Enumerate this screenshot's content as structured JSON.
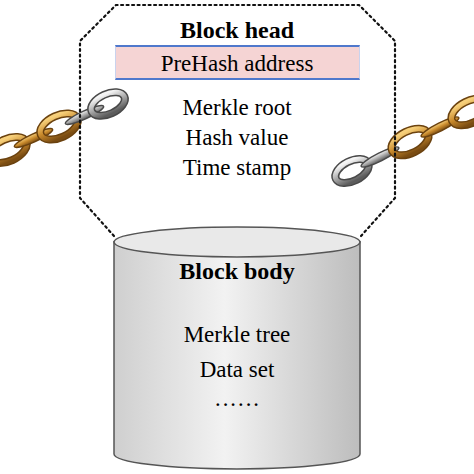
{
  "diagram": {
    "nodes": [
      {
        "text": [
          "Block head",
          "Merkle root",
          "Hash value",
          "Time stamp"
        ]
      },
      {
        "text": [
          "PreHash address"
        ],
        "in": 0
      },
      {
        "text": [
          "Block body",
          "Merkle tree",
          "Data set",
          "······"
        ]
      }
    ]
  }
}
